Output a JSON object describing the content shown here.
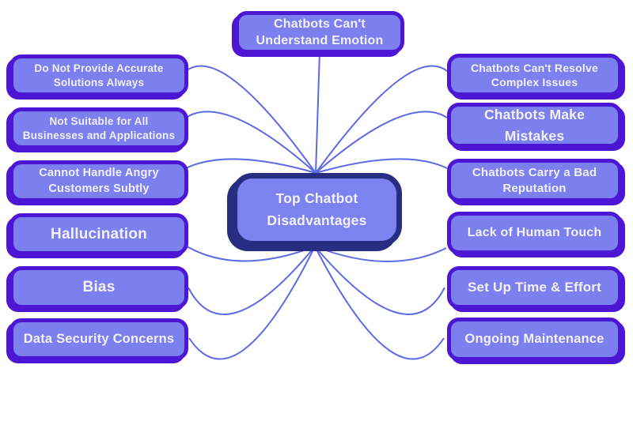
{
  "diagram_title": "Top Chatbot Disadvantages",
  "colors": {
    "bg": "#ffffff",
    "node_fill": "#7b80ee",
    "node_border": "#4c16d4",
    "center_fill": "#7c83f0",
    "center_border": "#272d80",
    "line": "#5c6ae5",
    "text": "#f3f1fa"
  },
  "nodes": {
    "center": {
      "label": "Top Chatbot\nDisadvantages"
    },
    "top": {
      "label": "Chatbots Can't\nUnderstand Emotion"
    },
    "l1": {
      "label": "Do Not Provide Accurate\nSolutions Always"
    },
    "l2": {
      "label": "Not Suitable for All\nBusinesses and Applications"
    },
    "l3": {
      "label": "Cannot Handle Angry\nCustomers Subtly"
    },
    "l4": {
      "label": "Hallucination"
    },
    "l5": {
      "label": "Bias"
    },
    "l6": {
      "label": "Data Security Concerns"
    },
    "r1": {
      "label": "Chatbots Can't Resolve\nComplex Issues"
    },
    "r2": {
      "label": "Chatbots Make\nMistakes"
    },
    "r3": {
      "label": "Chatbots Carry a Bad\nReputation"
    },
    "r4": {
      "label": "Lack of Human Touch"
    },
    "r5": {
      "label": "Set Up Time & Effort"
    },
    "r6": {
      "label": "Ongoing Maintenance"
    }
  }
}
